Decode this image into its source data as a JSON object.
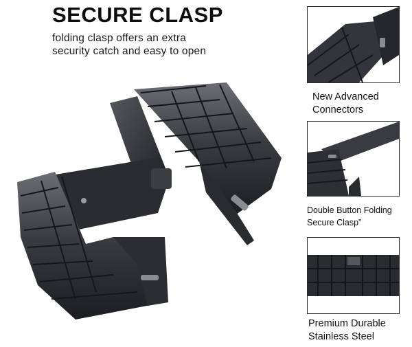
{
  "headline": "SECURE CLASP",
  "subtitle": {
    "line1": "folding clasp offers an extra",
    "line2": "security catch and easy to open"
  },
  "features": [
    {
      "line1": "New Advanced",
      "line2": "Connectors",
      "icon": "connector-closeup-image"
    },
    {
      "line1": "Double Button Folding",
      "line2": "Secure Clasp”",
      "icon": "clasp-closeup-image"
    },
    {
      "line1": "Premium Durable",
      "line2": "Stainless Steel",
      "icon": "band-flat-image"
    }
  ],
  "colors": {
    "metal_dark": "#2a2b2e",
    "metal_light": "#6c6e73",
    "border": "#2b2b2b",
    "text": "#111111"
  }
}
